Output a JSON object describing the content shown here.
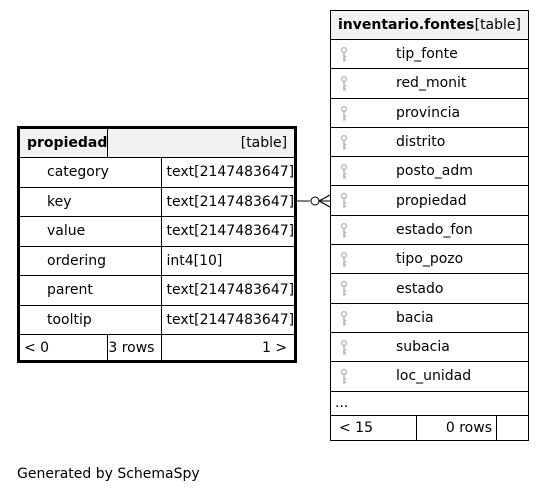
{
  "tables": {
    "propiedad": {
      "name": "propiedad",
      "kind": "[table]",
      "columns": [
        {
          "name": "category",
          "type": "text[2147483647]"
        },
        {
          "name": "key",
          "type": "text[2147483647]"
        },
        {
          "name": "value",
          "type": "text[2147483647]"
        },
        {
          "name": "ordering",
          "type": "int4[10]"
        },
        {
          "name": "parent",
          "type": "text[2147483647]"
        },
        {
          "name": "tooltip",
          "type": "text[2147483647]"
        }
      ],
      "footer": {
        "left": "< 0",
        "middle": "3 rows",
        "right": "1 >"
      }
    },
    "inventario": {
      "name": "inventario.fontes",
      "kind": "[table]",
      "columns": [
        "tip_fonte",
        "red_monit",
        "provincia",
        "distrito",
        "posto_adm",
        "propiedad",
        "estado_fon",
        "tipo_pozo",
        "estado",
        "bacia",
        "subacia",
        "loc_unidad"
      ],
      "more": "...",
      "footer": {
        "left": "< 15",
        "middle": "0 rows"
      }
    }
  },
  "footer_text": "Generated by SchemaSpy",
  "colors": {
    "header_bg": "#f2f2f2",
    "line": "#000000",
    "key_icon": "#b0b0b0"
  },
  "icons": {
    "column_key": "key-icon"
  }
}
